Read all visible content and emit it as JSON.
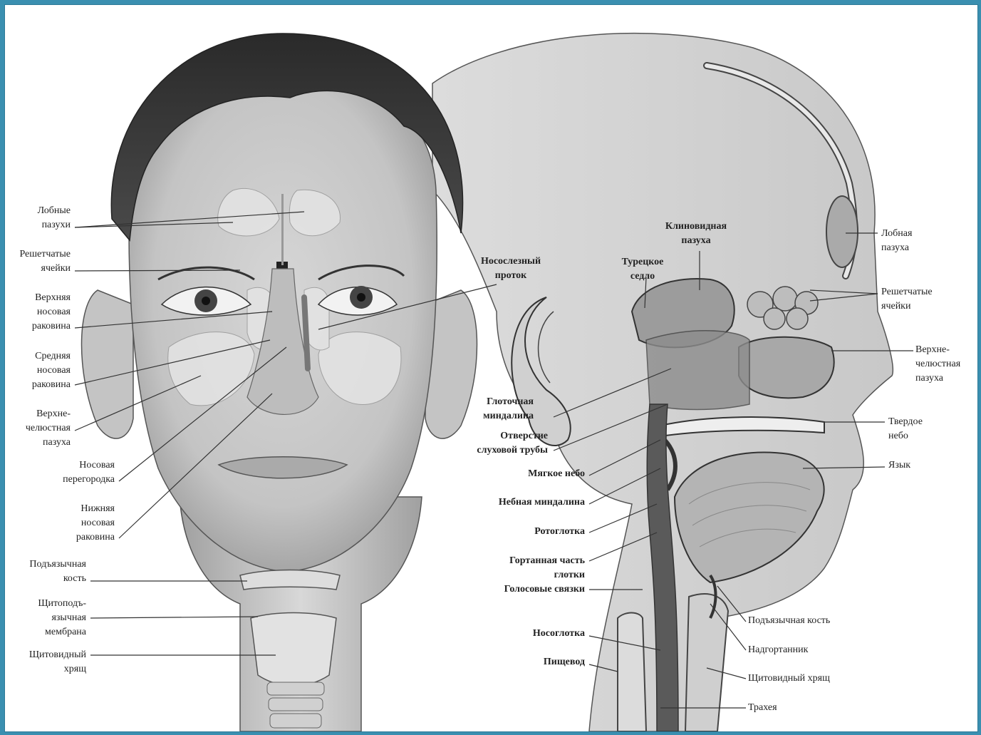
{
  "labels": {
    "frontal_sinus_left": "Лобные\nпазухи",
    "ethmoid_left": "Решетчатые\nячейки",
    "superior_concha": "Верхняя\nносовая\nраковина",
    "middle_concha": "Средняя\nносовая\nраковина",
    "maxillary_left": "Верхне-\nчелюстная\nпазуха",
    "septum": "Носовая\nперегородка",
    "inferior_concha": "Нижняя\nносовая\nраковина",
    "hyoid_left": "Подъязычная\nкость",
    "thyrohyoid": "Щитоподъ-\nязычная\nмембрана",
    "thyroid_left": "Щитовидный\nхрящ",
    "nasolacrimal": "Носослезный\nпроток",
    "sella": "Турецкое\nседло",
    "sphenoid": "Клиновидная\nпазуха",
    "frontal_sinus_right": "Лобная\nпазуха",
    "ethmoid_right": "Решетчатые\nячейки",
    "maxillary_right": "Верхне-\nчелюстная\nпазуха",
    "hard_palate": "Твердое\nнебо",
    "tongue": "Язык",
    "pharyngeal_tonsil": "Глоточная\nминдалина",
    "eustachian": "Отверстие\nслуховой трубы",
    "soft_palate": "Мягкое небо",
    "palatine_tonsil": "Небная миндалина",
    "oropharynx": "Ротоглотка",
    "laryngopharynx": "Гортанная часть\nглотки",
    "vocal_cords": "Голосовые связки",
    "nasopharynx": "Носоглотка",
    "esophagus": "Пищевод",
    "hyoid_right": "Подъязычная кость",
    "epiglottis": "Надгортанник",
    "thyroid_right": "Щитовидный хрящ",
    "trachea": "Трахея"
  }
}
